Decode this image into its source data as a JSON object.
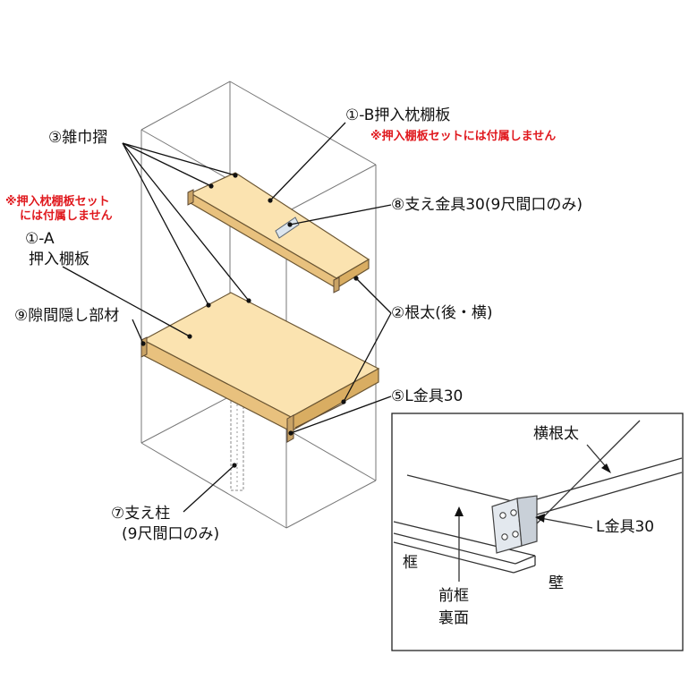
{
  "labels": {
    "zoukinzuri": "③雑巾摺",
    "part_1b": "①-B押入枕棚板",
    "note_1b": "※押入棚板セットには付属しません",
    "note_1a_line1": "※押入枕棚板セット",
    "note_1a_line2": "には付属しません",
    "part_1a_line1": "①-A",
    "part_1a_line2": "押入棚板",
    "support_bracket": "⑧支え金具30(9尺間口のみ)",
    "gap_cover": "⑨隙間隠し部材",
    "neta": "②根太(後・横)",
    "l_bracket": "⑤L金具30",
    "support_post_line1": "⑦支え柱",
    "support_post_line2": "(9尺間口のみ)"
  },
  "detail": {
    "yoko_neta": "横根太",
    "l_bracket": "L金具30",
    "kamachi": "框",
    "mae_kamachi_line1": "前框",
    "mae_kamachi_line2": "裏面",
    "kabe": "壁"
  },
  "colors": {
    "shelf_top": "#fbe3b0",
    "shelf_front": "#e8c17e",
    "note_red": "#e0191e"
  }
}
